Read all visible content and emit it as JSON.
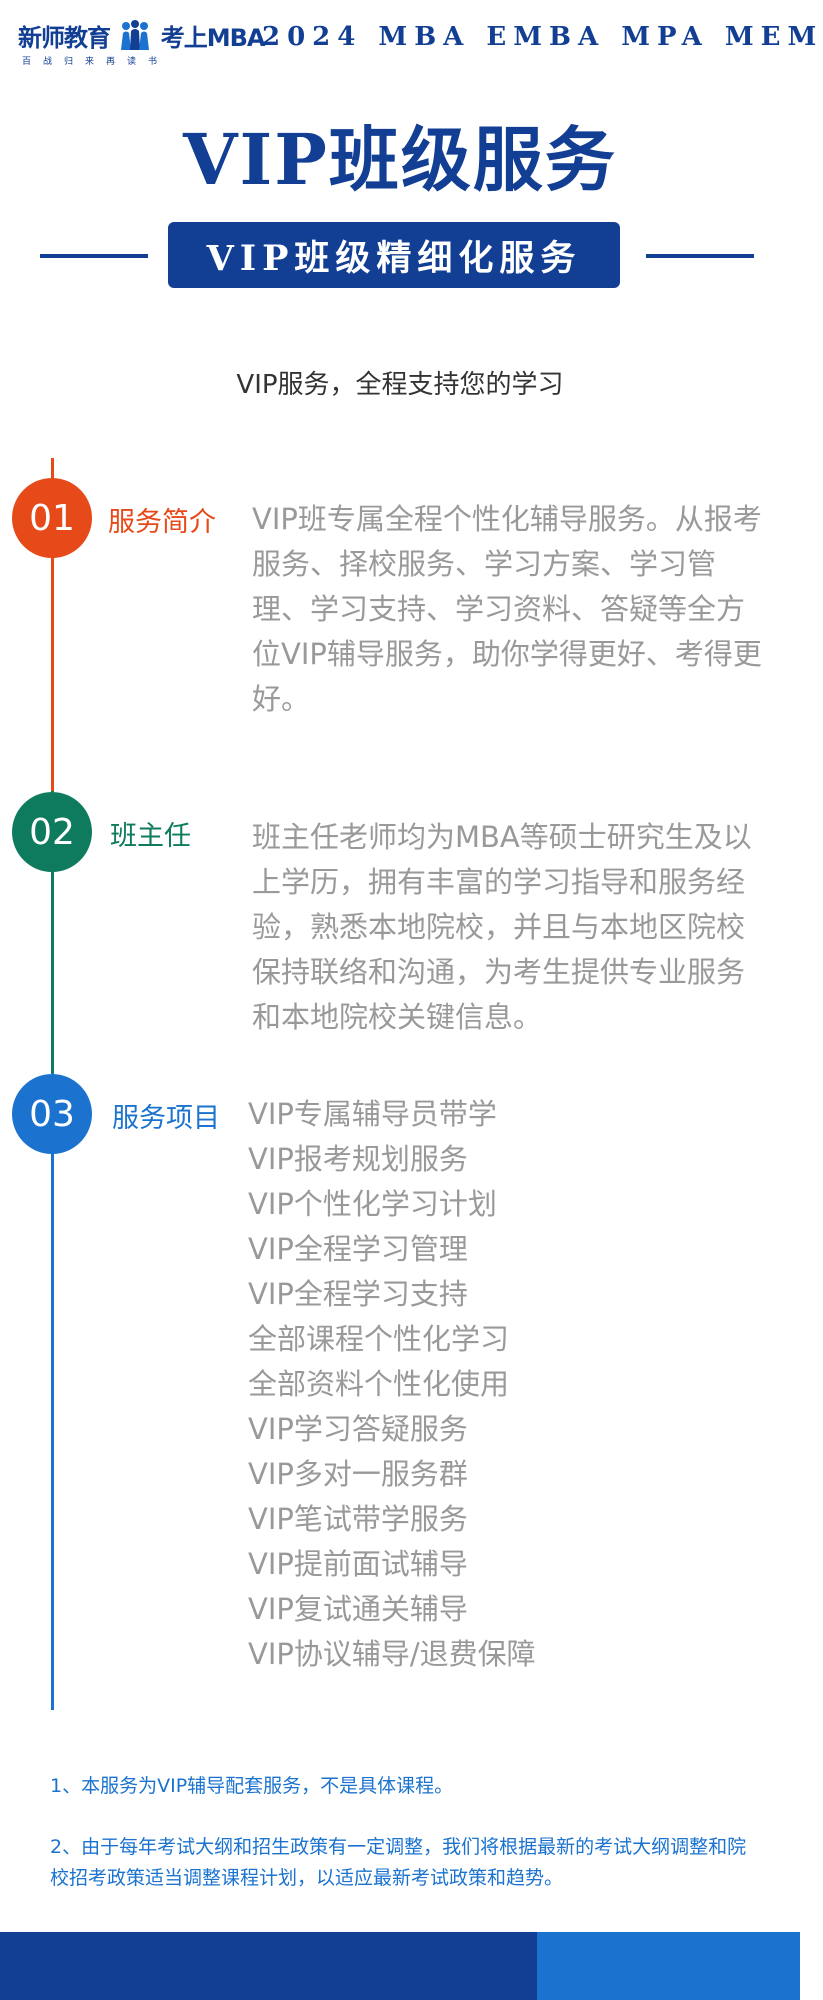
{
  "header": {
    "logo_name": "新师教育",
    "logo_brand": "考上MBA",
    "logo_tagline": "百战归来再读书",
    "programs": "2024 MBA EMBA MPA MEM"
  },
  "title": "VIP班级服务",
  "banner": "VIP班级精细化服务",
  "subtitle": "VIP服务，全程支持您的学习",
  "sections": [
    {
      "number": "01",
      "label": "服务简介",
      "text": "VIP班专属全程个性化辅导服务。从报考服务、择校服务、学习方案、学习管理、学习支持、学习资料、答疑等全方位VIP辅导服务，助你学得更好、考得更好。"
    },
    {
      "number": "02",
      "label": "班主任",
      "text": "班主任老师均为MBA等硕士研究生及以上学历，拥有丰富的学习指导和服务经验，熟悉本地院校，并且与本地区院校保持联络和沟通，为考生提供专业服务和本地院校关键信息。"
    },
    {
      "number": "03",
      "label": "服务项目",
      "items": [
        "VIP专属辅导员带学",
        "VIP报考规划服务",
        "VIP个性化学习计划",
        "VIP全程学习管理",
        "VIP全程学习支持",
        "全部课程个性化学习",
        "全部资料个性化使用",
        "VIP学习答疑服务",
        "VIP多对一服务群",
        "VIP笔试带学服务",
        "VIP提前面试辅导",
        "VIP复试通关辅导",
        "VIP协议辅导/退费保障"
      ]
    }
  ],
  "notes": [
    "1、本服务为VIP辅导配套服务，不是具体课程。",
    "2、由于每年考试大纲和招生政策有一定调整，我们将根据最新的考试大纲调整和院校招考政策适当调整课程计划，以适应最新考试政策和趋势。"
  ],
  "colors": {
    "primary": "#123f94",
    "section_1": "#e64a19",
    "section_2": "#0e7a5e",
    "section_3": "#1b73cf",
    "body_text": "#999999"
  }
}
